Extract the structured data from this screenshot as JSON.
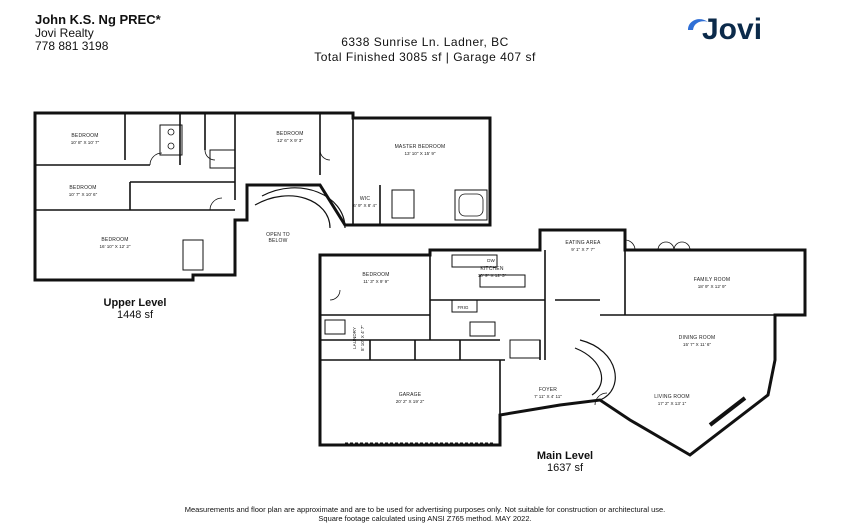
{
  "header": {
    "agent_name": "John K.S. Ng PREC*",
    "agent_company": "Jovi Realty",
    "agent_phone": "778 881 3198",
    "address": "6338 Sunrise Ln. Ladner, BC",
    "area_summary": "Total Finished   3085 sf  |  Garage  407 sf"
  },
  "logo": {
    "text": "Jovi",
    "color": "#0b2a4a",
    "accent": "#2f6fd6"
  },
  "upper_level": {
    "label": "Upper Level",
    "area": "1448 sf",
    "rooms": [
      {
        "name": "BEDROOM",
        "dims": "10' 8\" X 10' 7\""
      },
      {
        "name": "BEDROOM",
        "dims": "12' 6\" X 9' 3\""
      },
      {
        "name": "MASTER BEDROOM",
        "dims": "13' 10\" X 15' 9\""
      },
      {
        "name": "BEDROOM",
        "dims": "10' 7\" X 10' 6\""
      },
      {
        "name": "WIC",
        "dims": "6' 9\" X 8' 4\""
      },
      {
        "name": "BEDROOM",
        "dims": "16' 10\" X 12' 2\""
      }
    ],
    "open_to_below": [
      "OPEN TO",
      "BELOW"
    ]
  },
  "main_level": {
    "label": "Main Level",
    "area": "1637 sf",
    "rooms": [
      {
        "name": "EATING AREA",
        "dims": "9' 1\" X 7' 7\""
      },
      {
        "name": "BEDROOM",
        "dims": "11' 3\" X 9' 9\""
      },
      {
        "name": "KITCHEN",
        "dims": "10' 9\" X 12' 3\""
      },
      {
        "name": "FAMILY ROOM",
        "dims": "18' 9\" X 12' 9\""
      },
      {
        "name": "DINING ROOM",
        "dims": "15' 7\" X 11' 6\""
      },
      {
        "name": "GARAGE",
        "dims": "20' 2\" X 19' 2\""
      },
      {
        "name": "FOYER",
        "dims": "7' 11\" X 4' 11\""
      },
      {
        "name": "LIVING ROOM",
        "dims": "17' 2\" X 13' 1\""
      }
    ],
    "small_labels": {
      "laundry": "LAUNDRY",
      "laundry_dims": "8' 10\" X 4' 7\"",
      "dw": "DW",
      "frig": "FRIG"
    }
  },
  "footer": {
    "line1": "Measurements and floor plan are approximate and are to be used for advertising purposes only. Not suitable for construction or architectural use.",
    "line2": "Square footage calculated using ANSI Z765 method. MAY 2022."
  }
}
